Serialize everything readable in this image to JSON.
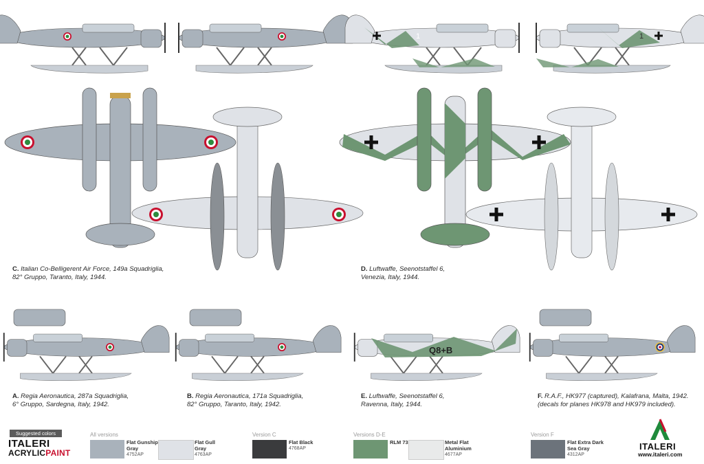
{
  "profiles": {
    "C": {
      "letter": "C.",
      "lines": [
        "Italian Co-Belligerent Air Force, 149a Squadriglia,",
        "82° Gruppo, Taranto, Italy, 1944."
      ]
    },
    "D": {
      "letter": "D.",
      "lines": [
        "Luftwaffe, Seenotstaffel 6,",
        "Venezia, Italy, 1944."
      ]
    },
    "A": {
      "letter": "A.",
      "lines": [
        "Regia Aeronautica, 287a Squadriglia,",
        "6° Gruppo, Sardegna, Italy, 1942."
      ]
    },
    "B": {
      "letter": "B.",
      "lines": [
        "Regia Aeronautica, 171a Squadriglia,",
        "82° Gruppo, Taranto, Italy, 1942."
      ]
    },
    "E": {
      "letter": "E.",
      "lines": [
        "Luftwaffe, Seenotstaffel 6,",
        "Ravenna, Italy, 1944."
      ]
    },
    "F": {
      "letter": "F.",
      "lines": [
        "R.A.F.,  HK977 (captured), Kalafrana, Malta, 1942.",
        "(decals for planes HK978 and HK979 included)."
      ]
    }
  },
  "markings": {
    "fuselage_code_D": "1",
    "fuselage_code_E": "Q8+B"
  },
  "legend": {
    "suggested": "Suggested colors",
    "brand_line1": "ITALERI",
    "brand_acrylic": "ACRYLIC",
    "brand_paint": "PAINT",
    "groups": {
      "all": "All versions",
      "c": "Version C",
      "de": "Versions D-E",
      "f": "Version F"
    },
    "colors": [
      {
        "name_1": "Flat Gunship",
        "name_2": "Gray",
        "code": "4752AP",
        "hex": "#a9b2bb"
      },
      {
        "name_1": "Flat Gull",
        "name_2": "Gray",
        "code": "4763AP",
        "hex": "#dfe2e7"
      },
      {
        "name_1": "Flat Black",
        "name_2": "",
        "code": "4768AP",
        "hex": "#3a3b3d"
      },
      {
        "name_1": "RLM 73",
        "name_2": "",
        "code": "",
        "hex": "#6e9673"
      },
      {
        "name_1": "Metal Flat",
        "name_2": "Aluminium",
        "code": "4677AP",
        "hex": "#e9eaea"
      },
      {
        "name_1": "Flat Extra Dark",
        "name_2": "Sea Gray",
        "code": "4312AP",
        "hex": "#6c737b"
      }
    ]
  },
  "logo": {
    "name": "ITALERI",
    "url": "www.italeri.com"
  },
  "palette": {
    "gunship_gray": "#a9b2bb",
    "light_gray": "#dfe2e7",
    "rlm73_green": "#6e9673",
    "roundel_red": "#c8102e",
    "roundel_green": "#2e8b3e"
  }
}
